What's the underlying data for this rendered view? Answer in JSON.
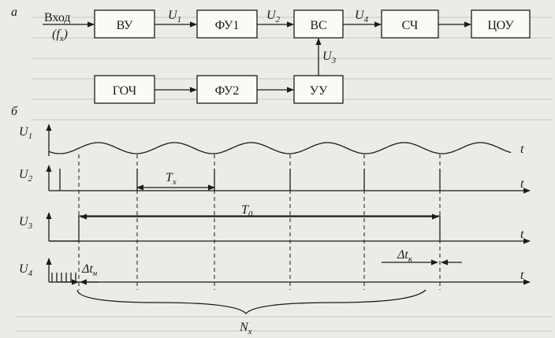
{
  "panel_a_label": "а",
  "panel_b_label": "б",
  "input": {
    "line1": "Вход",
    "line2": "(f",
    "line2_sub": "x",
    "line2_end": ")"
  },
  "blocks": {
    "vu": "ВУ",
    "fu1": "ФУ1",
    "vs": "ВС",
    "sch": "СЧ",
    "tsou": "ЦОУ",
    "goch": "ГОЧ",
    "fu2": "ФУ2",
    "uu": "УУ"
  },
  "signals": {
    "u1": {
      "base": "U",
      "sub": "1"
    },
    "u2": {
      "base": "U",
      "sub": "2"
    },
    "u3": {
      "base": "U",
      "sub": "3"
    },
    "u4": {
      "base": "U",
      "sub": "4"
    }
  },
  "axis_time": "t",
  "annotations": {
    "tx": {
      "base": "T",
      "sub": "x"
    },
    "t0": {
      "base": "T",
      "sub": "0"
    },
    "dtn": {
      "base": "Δt",
      "sub": "н"
    },
    "dtk": {
      "base": "Δt",
      "sub": "к"
    },
    "nx": {
      "base": "N",
      "sub": "x"
    }
  }
}
